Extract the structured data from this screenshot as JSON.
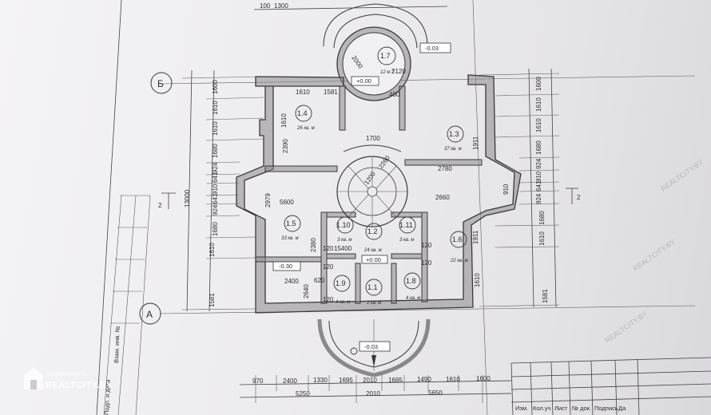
{
  "axes": {
    "left_top": "Б",
    "left_bottom": "А"
  },
  "section_marks": {
    "left": "2",
    "right": "2"
  },
  "rooms": [
    {
      "id": "r14",
      "number": "1.4",
      "area": "26 кв. м"
    },
    {
      "id": "r13",
      "number": "1.3",
      "area": "37 кв. м"
    },
    {
      "id": "r17",
      "number": "1.7",
      "area": "12 м 2"
    },
    {
      "id": "r15",
      "number": "1.5",
      "area": "33 кв. м"
    },
    {
      "id": "r16",
      "number": "1.6",
      "area": "22 кв. м"
    },
    {
      "id": "r12",
      "number": "1.2",
      "area": "24 кв. м"
    },
    {
      "id": "r110",
      "number": "1.10",
      "area": "3 кв. м"
    },
    {
      "id": "r111",
      "number": "1.11",
      "area": "3 кв. м"
    },
    {
      "id": "r19",
      "number": "1.9",
      "area": "4 кв. м"
    },
    {
      "id": "r11",
      "number": "1.1",
      "area": "2 кв. м"
    },
    {
      "id": "r18",
      "number": "1.8",
      "area": "4 кв. м"
    }
  ],
  "levels": {
    "top_room": "+0.00",
    "top_right": "-0.03",
    "hall": "+0.00",
    "left_room": "-0.30",
    "entrance": "-0.03"
  },
  "dims": {
    "top_a": "100",
    "top_b": "1300",
    "top_c": "2000",
    "top_d": "2120",
    "top_e": "400",
    "d1610a": "1610",
    "d1581": "1581",
    "d2390": "2390",
    "d1700": "1700",
    "d2260": "2260",
    "d1200": "1200",
    "d2780": "2780",
    "d2660": "2660",
    "d910r": "910",
    "d1911a": "1911",
    "d1911b": "1911",
    "d1610v": "1610",
    "d5600": "5600",
    "d2979": "2979",
    "d2380": "2380",
    "d15400": "15400",
    "d120a": "120",
    "d120b": "120",
    "d120c": "120",
    "d120d": "120",
    "d120e": "120",
    "d2400i": "2400",
    "d620": "620",
    "d2640": "2640",
    "d1610r": "1610",
    "left_total": "13000",
    "lc": [
      "1600",
      "1610",
      "1610",
      "1680",
      "924",
      "641",
      "910",
      "641",
      "924",
      "1680",
      "1610",
      "1581"
    ],
    "rc": [
      "1600",
      "1610",
      "1610",
      "1680",
      "924",
      "910",
      "641",
      "924",
      "1680",
      "1610",
      "1581"
    ],
    "b1": [
      "970",
      "2400",
      "1330",
      "1695",
      "2010",
      "1695",
      "1490",
      "1610",
      "1600"
    ],
    "b2a": "5250",
    "b2b": "5650"
  },
  "stamp": {
    "labels": [
      "Изм.",
      "Кол.уч",
      "Лист",
      "№ док.",
      "Подпись",
      "Да"
    ],
    "side_a": "Подп. и дата",
    "side_b": "Взам. инв. №"
  },
  "watermark": {
    "small": "НЕДВИЖИМОСТЬ",
    "big": "REALTCITY.BY"
  },
  "ghost_marks": [
    "REALTCITY.BY",
    "REALTCITY.BY",
    "REALTCITY.BY"
  ]
}
